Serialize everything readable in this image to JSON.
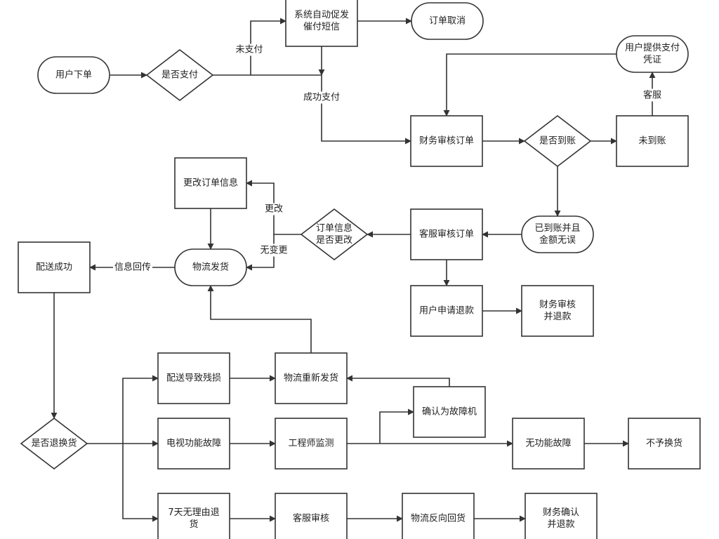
{
  "nodes": {
    "user_order": {
      "text": [
        "用户下单"
      ]
    },
    "is_paid": {
      "text": [
        "是否支付"
      ]
    },
    "auto_sms": {
      "text": [
        "系统自动促发",
        "催付短信"
      ]
    },
    "order_cancel": {
      "text": [
        "订单取消"
      ]
    },
    "user_proof": {
      "text": [
        "用户提供支付",
        "凭证"
      ]
    },
    "finance_review": {
      "text": [
        "财务审核订单"
      ]
    },
    "is_arrived": {
      "text": [
        "是否到账"
      ]
    },
    "not_arrived": {
      "text": [
        "未到账"
      ]
    },
    "arrived_ok": {
      "text": [
        "已到账并且",
        "金额无误"
      ]
    },
    "cs_review": {
      "text": [
        "客服审核订单"
      ]
    },
    "order_changed": {
      "text": [
        "订单信息",
        "是否更改"
      ]
    },
    "change_order": {
      "text": [
        "更改订单信息"
      ]
    },
    "ship": {
      "text": [
        "物流发货"
      ]
    },
    "delivered": {
      "text": [
        "配送成功"
      ]
    },
    "refund_request": {
      "text": [
        "用户申请退款"
      ]
    },
    "finance_refund": {
      "text": [
        "财务审核",
        "并退款"
      ]
    },
    "is_return": {
      "text": [
        "是否退换货"
      ]
    },
    "damaged": {
      "text": [
        "配送导致残损"
      ]
    },
    "reship": {
      "text": [
        "物流重新发货"
      ]
    },
    "tv_fault": {
      "text": [
        "电视功能故障"
      ]
    },
    "engineer": {
      "text": [
        "工程师监测"
      ]
    },
    "confirm_fault": {
      "text": [
        "确认为故障机"
      ]
    },
    "no_fault": {
      "text": [
        "无功能故障"
      ]
    },
    "no_exchange": {
      "text": [
        "不予换货"
      ]
    },
    "seven_day": {
      "text": [
        "7天无理由退",
        "货"
      ]
    },
    "cs_check": {
      "text": [
        "客服审核"
      ]
    },
    "reverse_ship": {
      "text": [
        "物流反向回货"
      ]
    },
    "finance_confirm": {
      "text": [
        "财务确认",
        "并退款"
      ]
    }
  },
  "edge_labels": {
    "unpaid": "未支付",
    "paid": "成功支付",
    "customer_service": "客服",
    "changed": "更改",
    "unchanged": "无变更",
    "info_feedback": "信息回传"
  }
}
